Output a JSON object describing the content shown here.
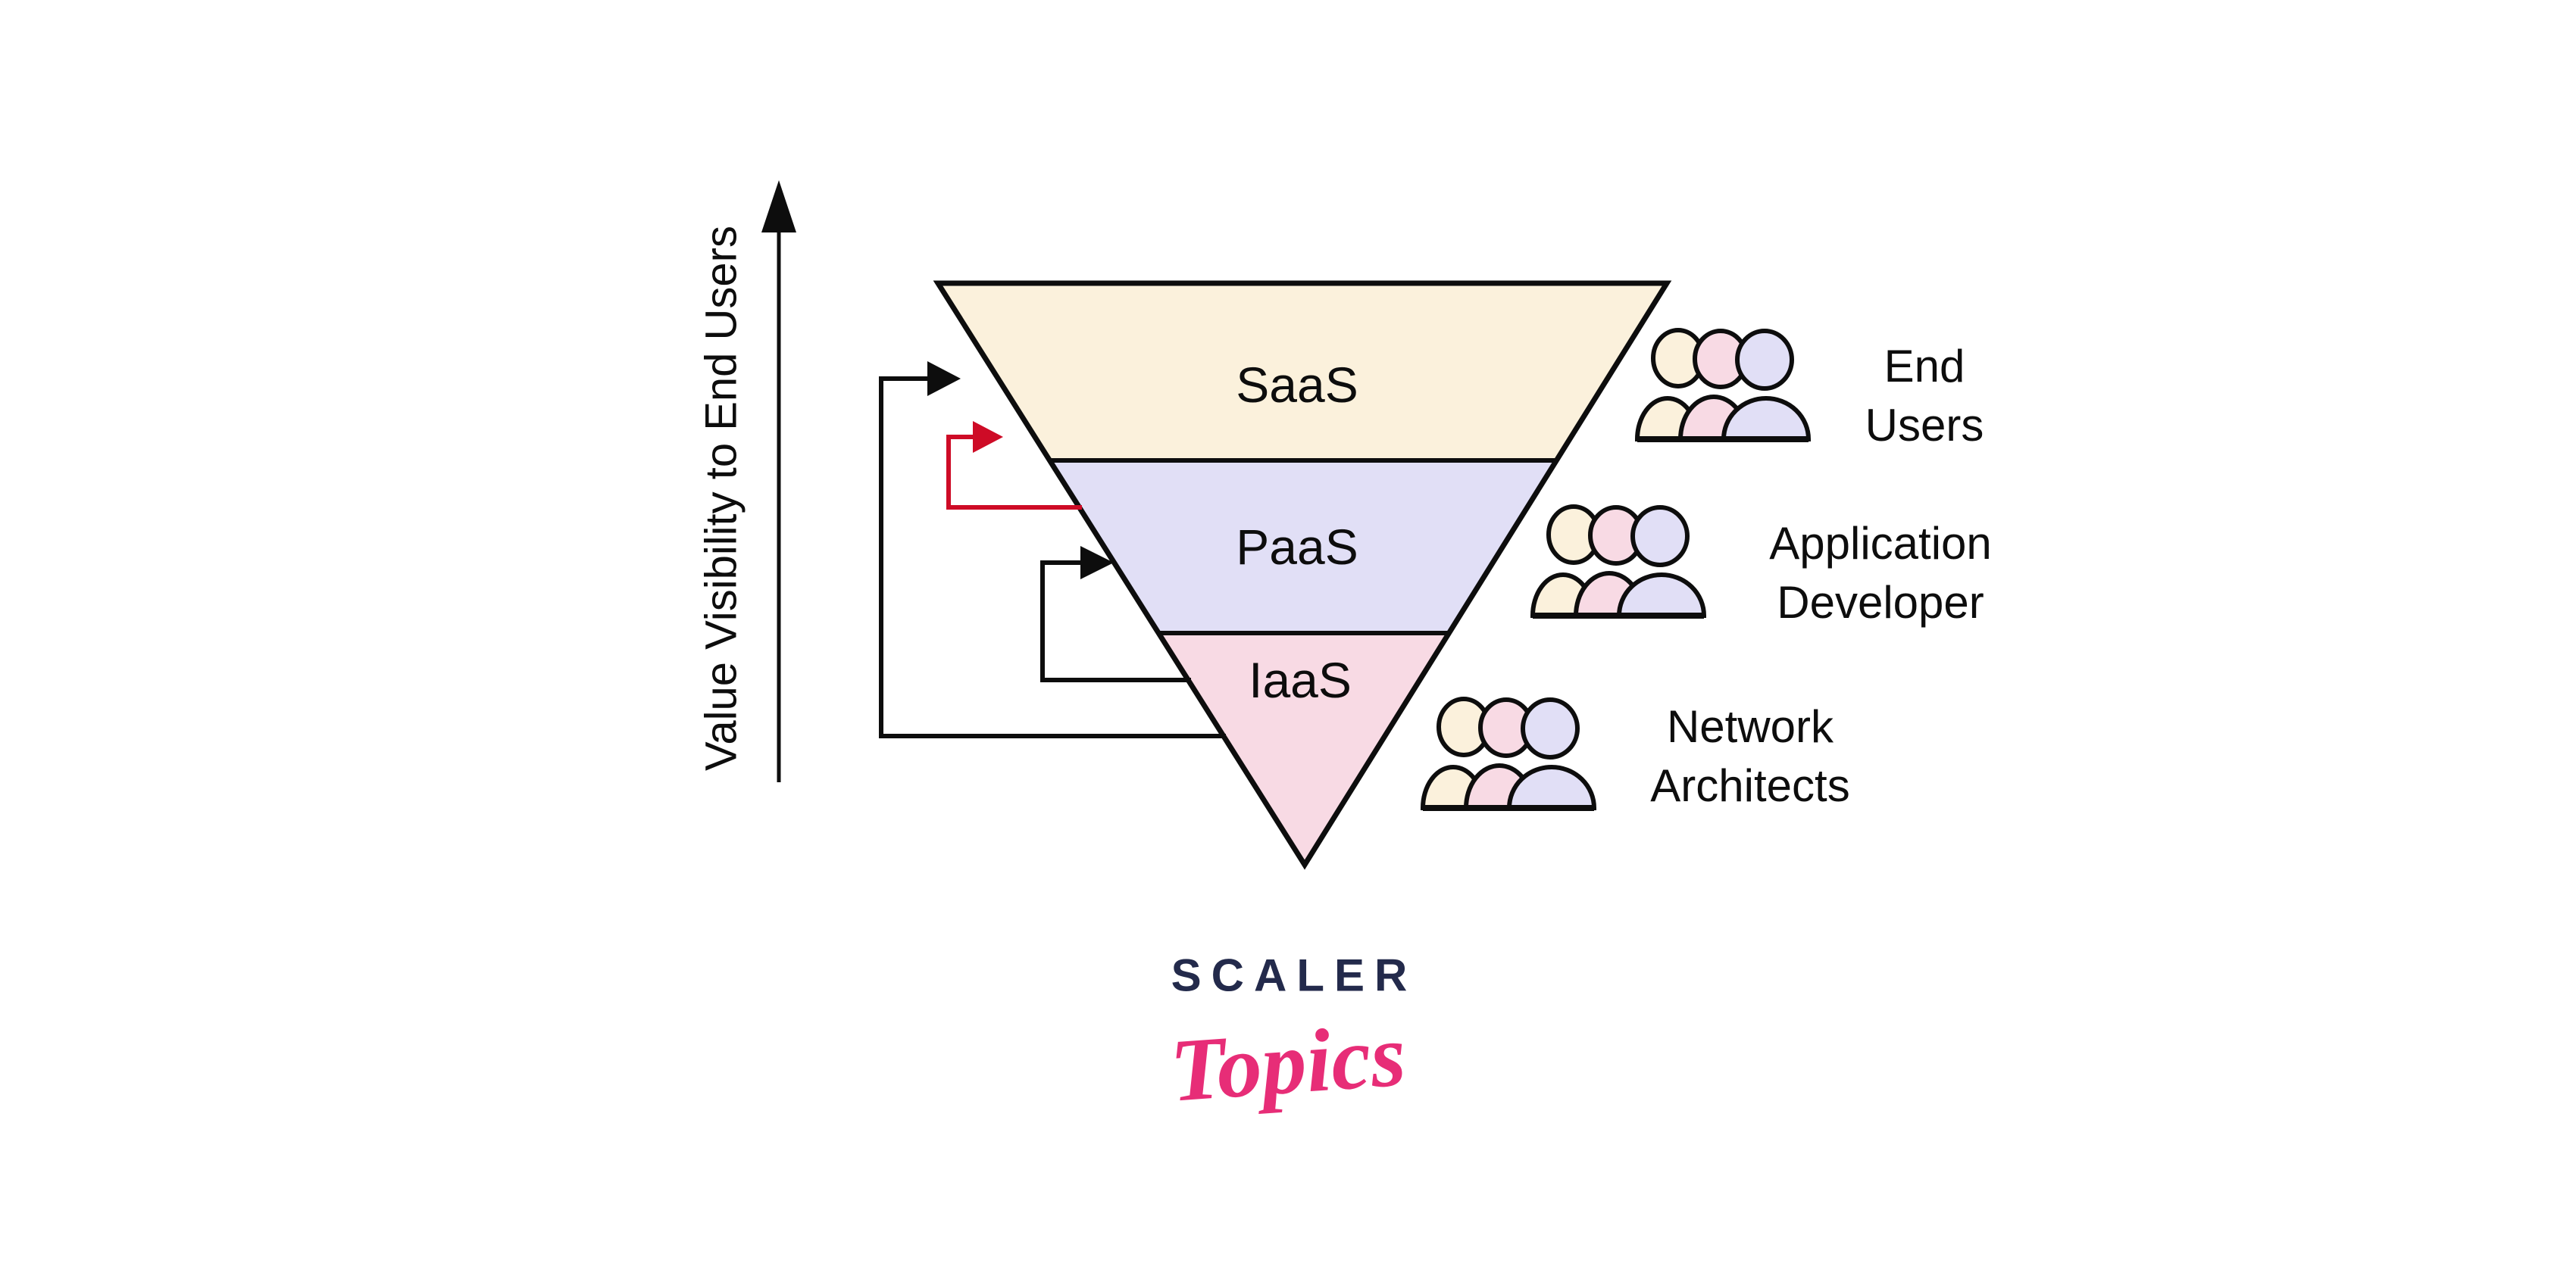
{
  "colors": {
    "cream": "#FBF1DC",
    "pink": "#F8DAE4",
    "lavender": "#E1DFF6",
    "ink": "#0D0D0D",
    "arrow_red": "#CE0B26",
    "logo_navy": "#232A4B",
    "logo_pink": "#E72D77"
  },
  "axis": {
    "label": "Value Visibility to End Users"
  },
  "pyramid": {
    "levels": [
      {
        "label": "SaaS"
      },
      {
        "label": "PaaS"
      },
      {
        "label": "IaaS"
      }
    ]
  },
  "roles": [
    {
      "line1": "End",
      "line2": "Users"
    },
    {
      "line1": "Application",
      "line2": "Developer"
    },
    {
      "line1": "Network",
      "line2": "Architects"
    }
  ],
  "arrows": [
    {
      "from": "IaaS",
      "to": "SaaS",
      "color": "black"
    },
    {
      "from": "PaaS",
      "to": "SaaS",
      "color": "red"
    },
    {
      "from": "IaaS",
      "to": "PaaS",
      "color": "black"
    }
  ],
  "logo": {
    "brand": "SCALER",
    "sub": "Topics"
  }
}
